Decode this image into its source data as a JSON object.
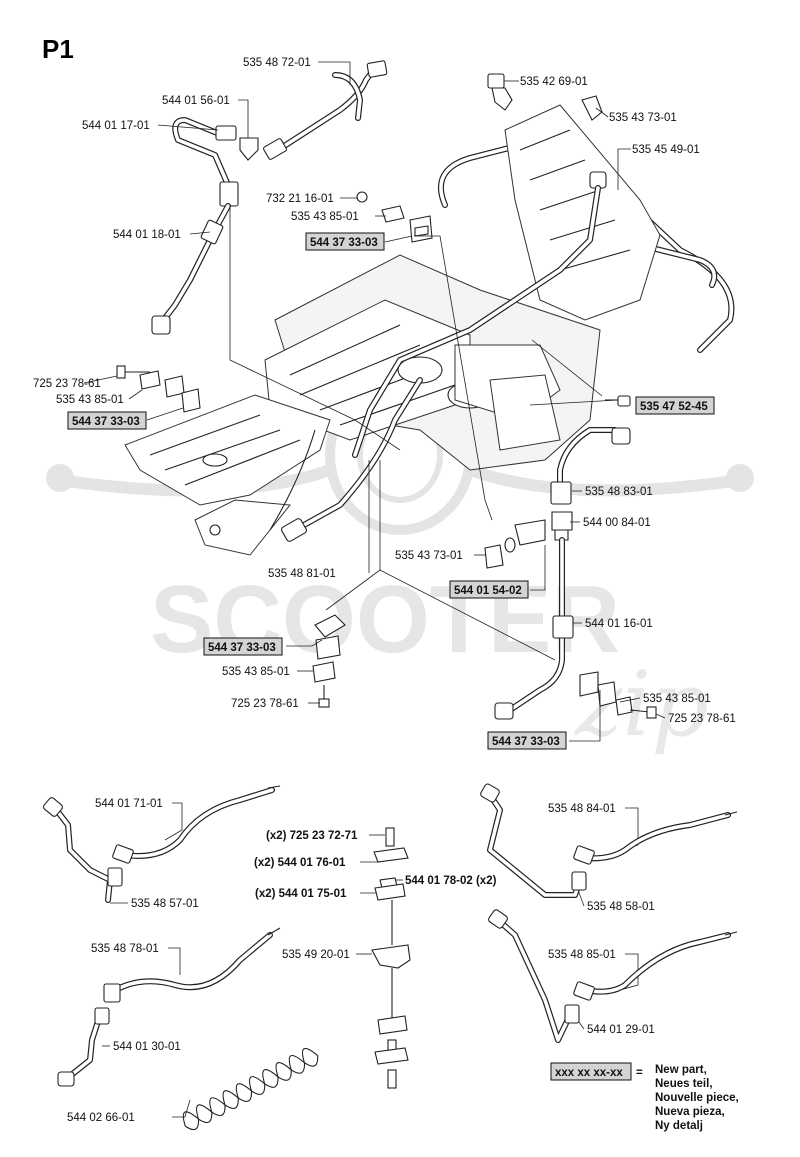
{
  "page_title": "P1",
  "watermark": {
    "main": "SCOOTER",
    "script": "zip"
  },
  "legend": {
    "sample": "xxx xx xx-xx",
    "equals": "=",
    "lines": [
      "New part,",
      "Neues teil,",
      "Nouvelle piece,",
      "Nueva pieza,",
      "Ny detalj"
    ]
  },
  "labels": {
    "p535487201": "535 48 72-01",
    "p544015601": "544 01 56-01",
    "p544011701": "544 01 17-01",
    "p544011801": "544 01 18-01",
    "p535426901": "535 42 69-01",
    "p535437301_top": "535 43 73-01",
    "p535454901": "535 45 49-01",
    "p732211601": "732 21 16-01",
    "p535438501_a": "535 43 85-01",
    "p544373303_a": "544 37 33-03",
    "p725237861_a": "725 23 78-61",
    "p535438501_b": "535 43 85-01",
    "p544373303_b": "544 37 33-03",
    "p535475245": "535 47 52-45",
    "p535488301": "535 48 83-01",
    "p544008401": "544 00 84-01",
    "p535437301_mid": "535 43 73-01",
    "p544015402": "544 01 54-02",
    "p535488101": "535 48 81-01",
    "p544011601": "544 01 16-01",
    "p544373303_c": "544 37 33-03",
    "p535438501_c": "535 43 85-01",
    "p725237861_c": "725 23 78-61",
    "p535438501_d": "535 43 85-01",
    "p725237861_d": "725 23 78-61",
    "p544373303_d": "544 37 33-03",
    "p544017101": "544 01 71-01",
    "p535485701": "535 48 57-01",
    "p535487801": "535 48 78-01",
    "p544013001": "544 01 30-01",
    "p544026601": "544 02 66-01",
    "p725237271": "(x2) 725 23 72-71",
    "p544017601": "(x2) 544 01 76-01",
    "p544017802": "544 01 78-02 (x2)",
    "p544017501": "(x2) 544 01 75-01",
    "p535492001": "535 49 20-01",
    "p535488401": "535 48 84-01",
    "p535485801": "535 48 58-01",
    "p535488501": "535 48 85-01",
    "p544012901": "544 01 29-01"
  }
}
